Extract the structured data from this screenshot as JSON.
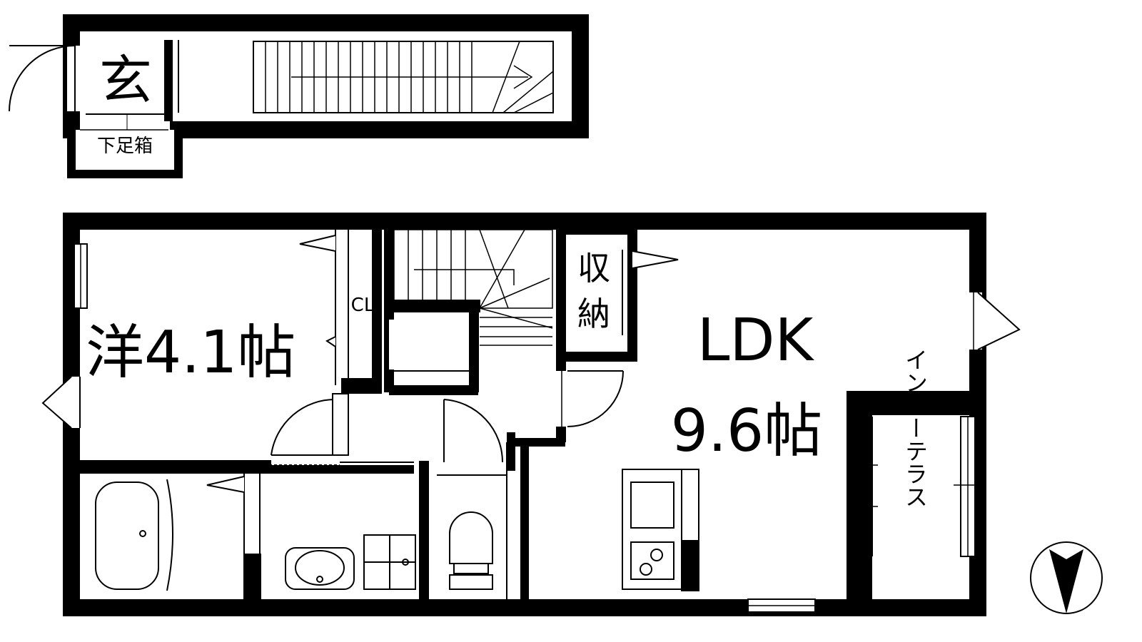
{
  "labels": {
    "entrance": "玄",
    "shoe_box": "下足箱",
    "western_room": "洋4.1帖",
    "closet": "CL",
    "storage_line1": "収",
    "storage_line2": "納",
    "ldk_line1": "LDK",
    "ldk_line2": "9.6帖",
    "inner_terrace": "インナーテラス"
  },
  "colors": {
    "wall": "#000000",
    "background": "#ffffff"
  },
  "icons": {
    "compass": "north-arrow-icon",
    "bathtub": "bathtub-icon",
    "toilet": "toilet-icon",
    "sink": "washbasin-icon",
    "stove": "stove-icon",
    "stairs": "stairs-icon"
  }
}
